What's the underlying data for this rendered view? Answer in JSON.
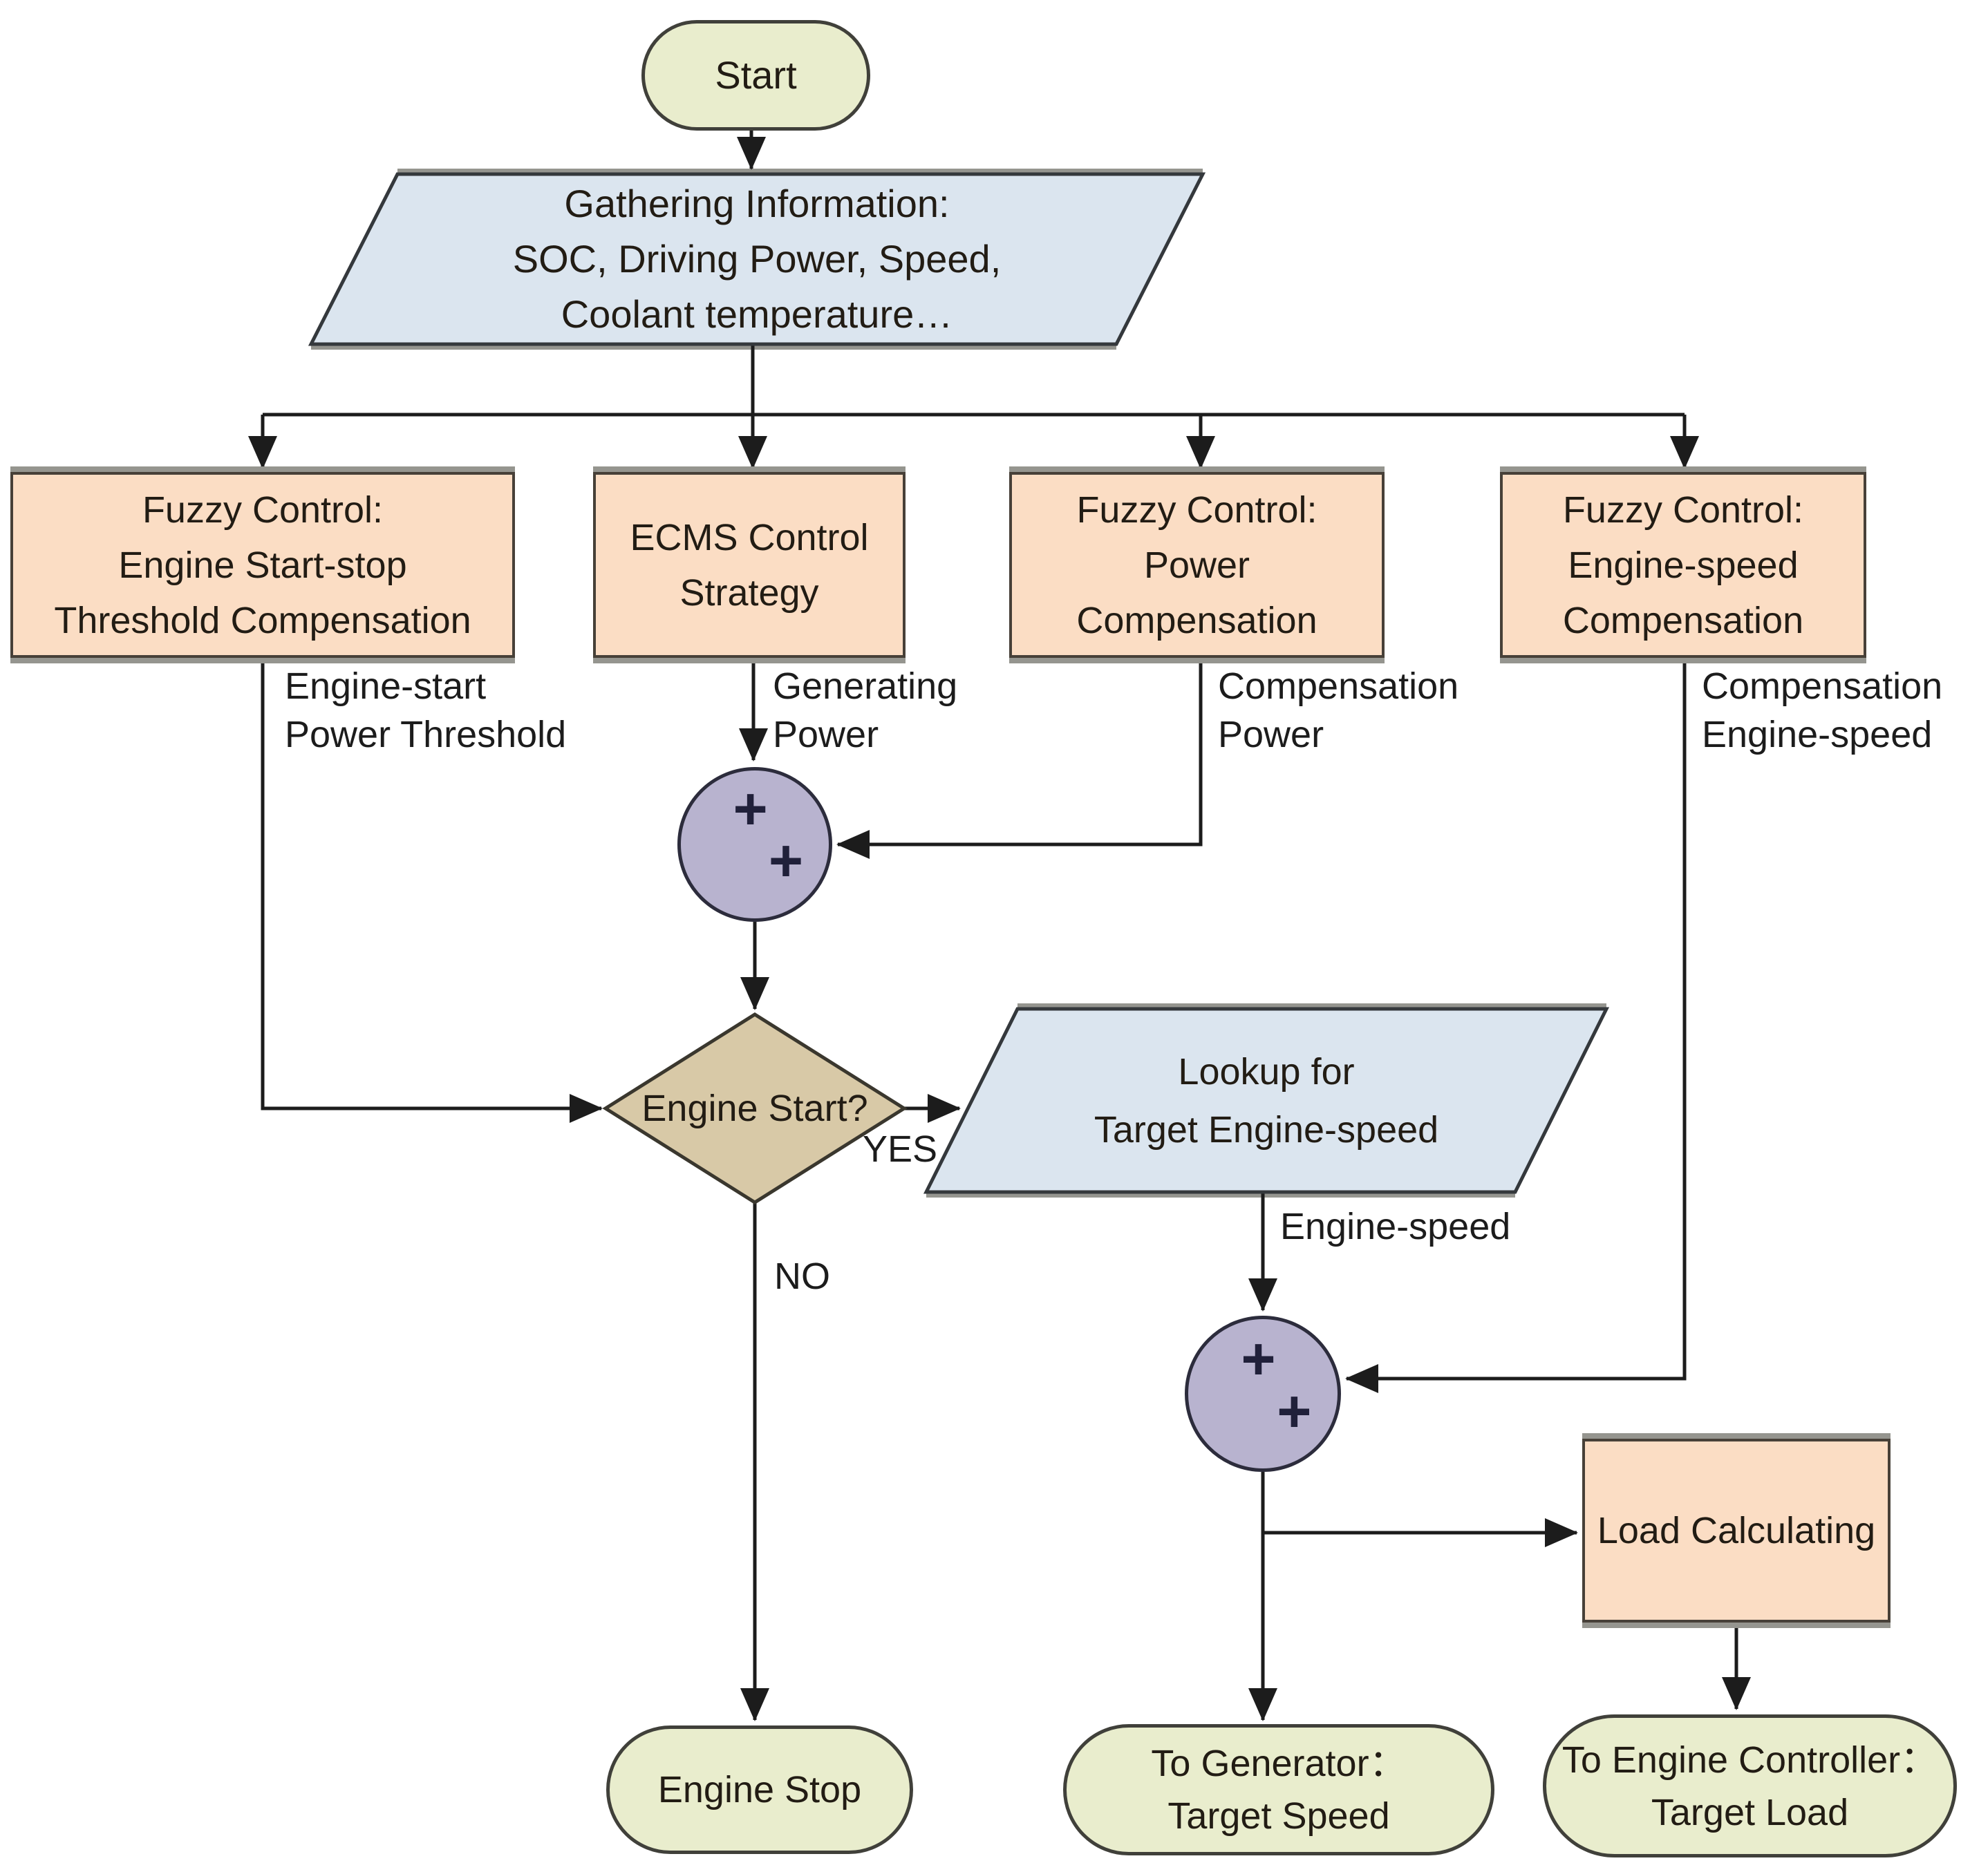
{
  "colors": {
    "terminal_fill": "#e9edcd",
    "terminal_border": "#40403a",
    "io_fill": "#dbe5ef",
    "io_border": "#34383c",
    "process_fill": "#fbddc4",
    "process_border": "#474038",
    "sum_fill": "#b8b3cf",
    "sum_border": "#2c2c3c",
    "decision_fill": "#d8c9a7",
    "decision_border": "#3a372e",
    "line": "#1c1c1c",
    "text": "#221c14",
    "bevel": "#95958f"
  },
  "nodes": {
    "start": {
      "label": "Start"
    },
    "gathering": {
      "lines": [
        "Gathering Information:",
        "SOC, Driving Power, Speed,",
        "Coolant temperature…"
      ]
    },
    "fuzzy_threshold": {
      "lines": [
        "Fuzzy Control:",
        "Engine Start-stop",
        "Threshold Compensation"
      ]
    },
    "ecms": {
      "lines": [
        "ECMS Control",
        "Strategy"
      ]
    },
    "fuzzy_power": {
      "lines": [
        "Fuzzy Control:",
        "Power",
        "Compensation"
      ]
    },
    "fuzzy_speed": {
      "lines": [
        "Fuzzy Control:",
        "Engine-speed",
        "Compensation"
      ]
    },
    "sum1": {
      "plus_top": "+",
      "plus_bottom": "+"
    },
    "decision": {
      "label": "Engine Start?"
    },
    "lookup": {
      "lines": [
        "Lookup for",
        "Target Engine-speed"
      ]
    },
    "sum2": {
      "plus_top": "+",
      "plus_bottom": "+"
    },
    "load_calc": {
      "label": "Load Calculating"
    },
    "engine_stop": {
      "label": "Engine Stop"
    },
    "to_generator": {
      "lines": [
        "To Generator：",
        "Target Speed"
      ]
    },
    "to_engine_controller": {
      "lines": [
        "To Engine Controller：",
        "Target Load"
      ]
    }
  },
  "edge_labels": {
    "engine_start_threshold": {
      "lines": [
        "Engine-start",
        "Power Threshold"
      ]
    },
    "generating_power": {
      "lines": [
        "Generating",
        "Power"
      ]
    },
    "compensation_power": {
      "lines": [
        "Compensation",
        "Power"
      ]
    },
    "compensation_engine_speed": {
      "lines": [
        "Compensation",
        "Engine-speed"
      ]
    },
    "engine_speed": "Engine-speed",
    "yes": "YES",
    "no": "NO"
  }
}
